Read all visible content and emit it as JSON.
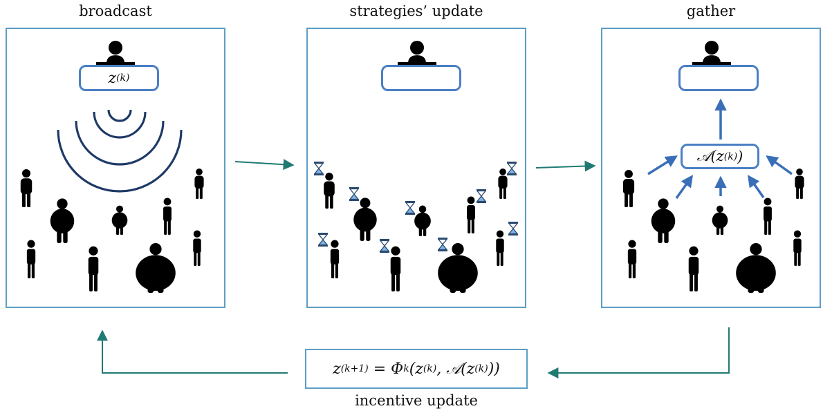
{
  "panels": {
    "broadcast": {
      "title": "broadcast",
      "box_label": "z",
      "box_sub": "(k)"
    },
    "strategies": {
      "title": "strategies’ update"
    },
    "gather": {
      "title": "gather",
      "box_label": "𝒜(z",
      "box_sub": "(k)",
      "box_tail": ")"
    }
  },
  "incentive": {
    "lhs": "z",
    "lhs_sub": "(k+1)",
    "rhs": " = Φ",
    "rhs_sub": "k",
    "rhs_mid": "(z",
    "rhs_sub2": "(k)",
    "rhs_tail": ", 𝒜(z",
    "rhs_sub3": "(k)",
    "rhs_end": "))",
    "caption": "incentive update"
  },
  "colors": {
    "panel_border": "#5b9ec5",
    "box_border": "#4a7fc4",
    "flow_arrow": "#1f7a72",
    "signal": "#1e3a66",
    "gather_arrow": "#3a6fb7"
  },
  "icons": [
    "person-icon",
    "speaker-podium-icon",
    "hourglass-icon",
    "signal-waves-icon"
  ]
}
